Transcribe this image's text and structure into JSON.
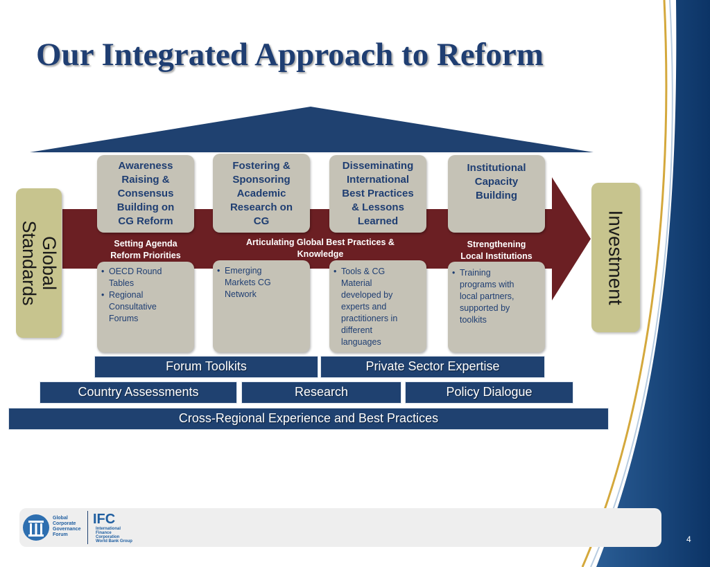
{
  "title": "Our Integrated Approach to Reform",
  "left_pillar": {
    "line1": "Global",
    "line2": "Standards"
  },
  "right_pillar": {
    "label": "Investment"
  },
  "columns": [
    {
      "heading": [
        "Awareness",
        "Raising &",
        "Consensus",
        "Building on",
        "CG Reform"
      ],
      "arrow_label": [
        "Setting Agenda",
        "Reform Priorities"
      ],
      "bullets": [
        [
          "OECD Round",
          "Tables"
        ],
        [
          "Regional",
          "Consultative",
          "Forums"
        ]
      ]
    },
    {
      "heading": [
        "Fostering &",
        "Sponsoring",
        "Academic",
        "Research on",
        "CG"
      ],
      "arrow_label": [
        "Articulating Global Best Practices &",
        "Knowledge"
      ],
      "bullets": [
        [
          "Emerging",
          "Markets CG",
          "Network"
        ]
      ]
    },
    {
      "heading": [
        "Disseminating",
        "International",
        "Best Practices",
        "& Lessons",
        "Learned"
      ],
      "arrow_label": [],
      "bullets": [
        [
          "Tools & CG",
          "Material",
          "developed by",
          "experts and",
          "practitioners in",
          "different",
          "languages"
        ]
      ]
    },
    {
      "heading": [
        "Institutional",
        "Capacity",
        "Building"
      ],
      "arrow_label": [
        "Strengthening",
        "Local Institutions"
      ],
      "bullets": [
        [
          "Training",
          "programs with",
          "local partners,",
          "supported by",
          "toolkits"
        ]
      ]
    }
  ],
  "bars": {
    "forum_toolkits": "Forum Toolkits",
    "private_sector": "Private Sector Expertise",
    "country_assessments": "Country Assessments",
    "research": "Research",
    "policy_dialogue": "Policy Dialogue",
    "cross_regional": "Cross-Regional Experience and Best Practices"
  },
  "footer": {
    "page_number": "4",
    "logo_gcgf_lines": [
      "Global",
      "Corporate",
      "Governance",
      "Forum"
    ],
    "logo_ifc_mark": "IFC",
    "logo_ifc_lines": [
      "International",
      "Finance",
      "Corporation",
      "World Bank Group"
    ]
  },
  "colors": {
    "navy": "#1f4170",
    "maroon": "#6b1f23",
    "khaki": "#c7c48e",
    "pill_grey": "#c5c2b6",
    "title_blue": "#1f3e72"
  }
}
